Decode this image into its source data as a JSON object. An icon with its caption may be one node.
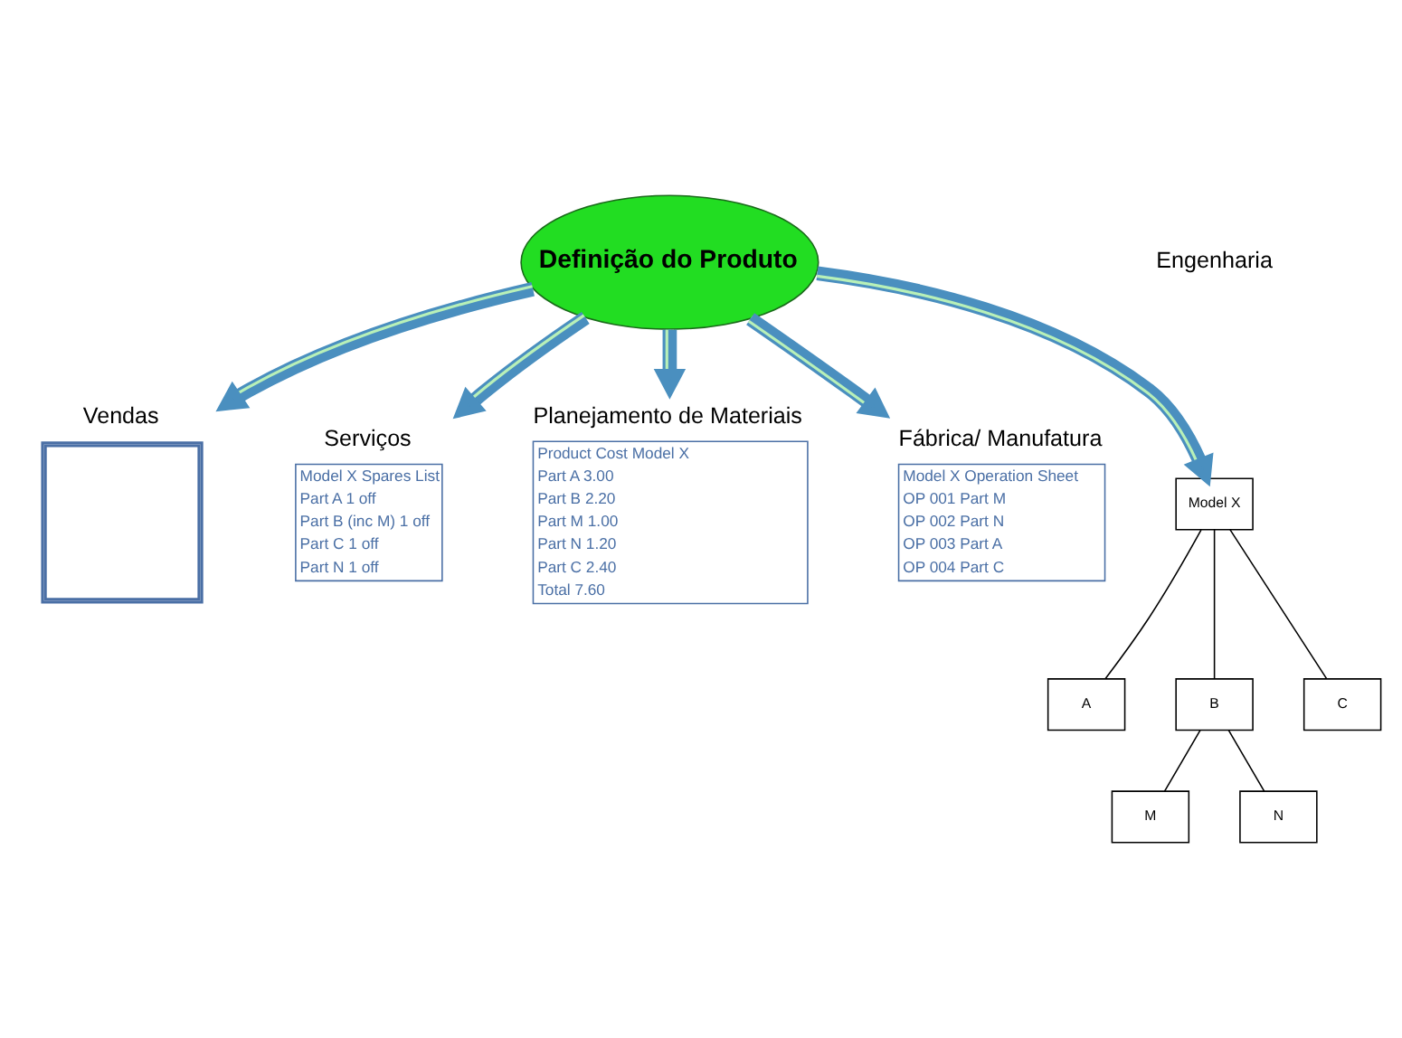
{
  "diagram": {
    "nodes": [
      {
        "text": [
          "Definição do Produto"
        ]
      },
      {
        "text": [
          "Vendas"
        ]
      },
      {
        "text": [
          "Serviços",
          "Model X Spares List",
          "Part A 1 off",
          "Part B (inc M) 1 off",
          "Part C 1 off",
          "Part N 1 off"
        ]
      },
      {
        "text": [
          "Planejamento de Materiais",
          "Product Cost Model X",
          "Part A 3.00",
          "Part B 2.20",
          "Part M 1.00",
          "Part N 1.20",
          "Part C 2.40",
          "Total 7.60"
        ]
      },
      {
        "text": [
          "Fábrica/ Manufatura",
          "Model X Operation Sheet",
          "OP 001 Part M",
          "OP 002 Part N",
          "OP 003 Part A",
          "OP 004 Part C"
        ]
      },
      {
        "text": [
          "Model X"
        ]
      },
      {
        "text": [
          "A"
        ]
      },
      {
        "text": [
          "B"
        ]
      },
      {
        "text": [
          "C"
        ]
      },
      {
        "text": [
          "M"
        ]
      },
      {
        "text": [
          "N"
        ]
      }
    ],
    "edges": [
      {
        "from": 0,
        "to": 1,
        "arrow": "to",
        "style": "thick"
      },
      {
        "from": 0,
        "to": 2,
        "arrow": "to",
        "style": "thick"
      },
      {
        "from": 0,
        "to": 3,
        "arrow": "to",
        "style": "thick"
      },
      {
        "from": 0,
        "to": 4,
        "arrow": "to",
        "style": "thick"
      },
      {
        "from": 0,
        "to": 5,
        "arrow": "to",
        "style": "thick"
      },
      {
        "from": 5,
        "to": 6,
        "arrow": "none",
        "color": "#000000"
      },
      {
        "from": 5,
        "to": 7,
        "arrow": "none",
        "color": "#000000"
      },
      {
        "from": 5,
        "to": 8,
        "arrow": "none",
        "color": "#000000"
      },
      {
        "from": 7,
        "to": 9,
        "arrow": "none",
        "color": "#000000"
      },
      {
        "from": 7,
        "to": 10,
        "arrow": "none",
        "color": "#000000"
      }
    ],
    "labels": [
      "Engenharia"
    ]
  }
}
